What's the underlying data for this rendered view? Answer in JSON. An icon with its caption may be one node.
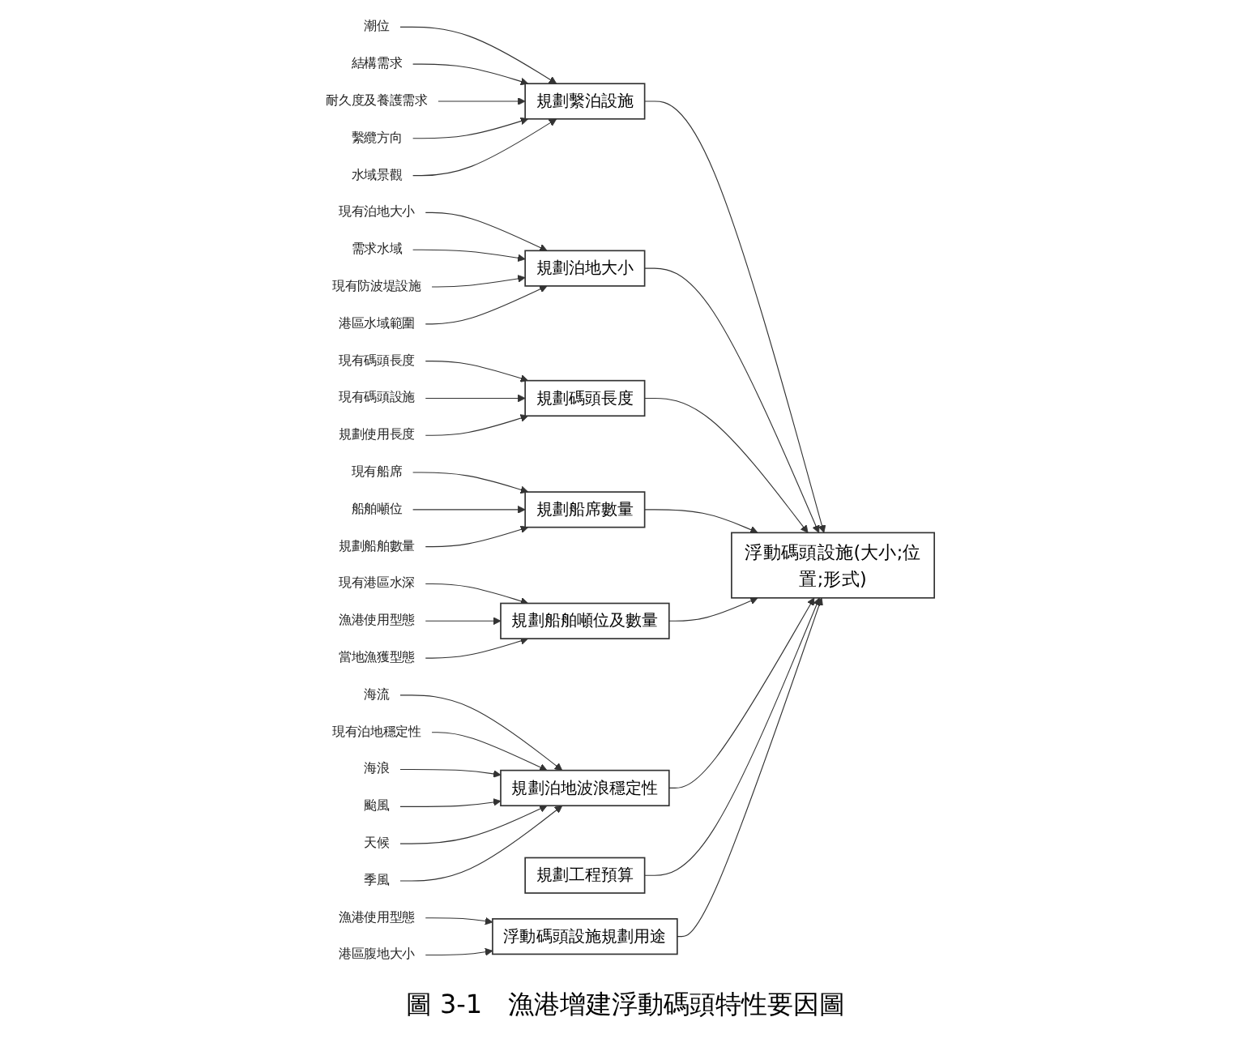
{
  "diagram": {
    "caption": "圖 3-1　漁港增建浮動碼頭特性要因圖",
    "nodes": [
      {
        "text": [
          "規劃繫泊設施"
        ]
      },
      {
        "text": [
          "潮位"
        ]
      },
      {
        "text": [
          "結構需求"
        ]
      },
      {
        "text": [
          "耐久度及養護需求"
        ]
      },
      {
        "text": [
          "繫纜方向"
        ]
      },
      {
        "text": [
          "水域景觀"
        ]
      },
      {
        "text": [
          "規劃泊地大小"
        ]
      },
      {
        "text": [
          "現有泊地大小"
        ]
      },
      {
        "text": [
          "需求水域"
        ]
      },
      {
        "text": [
          "現有防波堤設施"
        ]
      },
      {
        "text": [
          "港區水域範圍"
        ]
      },
      {
        "text": [
          "規劃碼頭長度"
        ]
      },
      {
        "text": [
          "現有碼頭長度"
        ]
      },
      {
        "text": [
          "現有碼頭設施"
        ]
      },
      {
        "text": [
          "規劃使用長度"
        ]
      },
      {
        "text": [
          "規劃船席數量"
        ]
      },
      {
        "text": [
          "現有船席"
        ]
      },
      {
        "text": [
          "船舶噸位"
        ]
      },
      {
        "text": [
          "規劃船舶數量"
        ]
      },
      {
        "text": [
          "浮動碼頭設施(大小;位置;形式)"
        ]
      },
      {
        "text": [
          "規劃船舶噸位及數量"
        ]
      },
      {
        "text": [
          "現有港區水深"
        ]
      },
      {
        "text": [
          "漁港使用型態"
        ]
      },
      {
        "text": [
          "當地漁獲型態"
        ]
      },
      {
        "text": [
          "規劃泊地波浪穩定性"
        ]
      },
      {
        "text": [
          "海流"
        ]
      },
      {
        "text": [
          "現有泊地穩定性"
        ]
      },
      {
        "text": [
          "海浪"
        ]
      },
      {
        "text": [
          "颱風"
        ]
      },
      {
        "text": [
          "天候"
        ]
      },
      {
        "text": [
          "季風"
        ]
      },
      {
        "text": [
          "規劃工程預算"
        ]
      },
      {
        "text": [
          "浮動碼頭設施規劃用途"
        ]
      },
      {
        "text": [
          "漁港使用型態"
        ]
      },
      {
        "text": [
          "港區腹地大小"
        ]
      }
    ],
    "edges": [
      {
        "from": 1,
        "to": 0,
        "arrow": "to"
      },
      {
        "from": 2,
        "to": 0,
        "arrow": "to"
      },
      {
        "from": 3,
        "to": 0,
        "arrow": "to"
      },
      {
        "from": 4,
        "to": 0,
        "arrow": "to"
      },
      {
        "from": 5,
        "to": 0,
        "arrow": "to"
      },
      {
        "from": 7,
        "to": 6,
        "arrow": "to"
      },
      {
        "from": 8,
        "to": 6,
        "arrow": "to"
      },
      {
        "from": 9,
        "to": 6,
        "arrow": "to"
      },
      {
        "from": 10,
        "to": 6,
        "arrow": "to"
      },
      {
        "from": 12,
        "to": 11,
        "arrow": "to"
      },
      {
        "from": 13,
        "to": 11,
        "arrow": "to"
      },
      {
        "from": 14,
        "to": 11,
        "arrow": "to"
      },
      {
        "from": 16,
        "to": 15,
        "arrow": "to"
      },
      {
        "from": 17,
        "to": 15,
        "arrow": "to"
      },
      {
        "from": 18,
        "to": 15,
        "arrow": "to"
      },
      {
        "from": 21,
        "to": 20,
        "arrow": "to"
      },
      {
        "from": 22,
        "to": 20,
        "arrow": "to"
      },
      {
        "from": 23,
        "to": 20,
        "arrow": "to"
      },
      {
        "from": 25,
        "to": 24,
        "arrow": "to"
      },
      {
        "from": 26,
        "to": 24,
        "arrow": "to"
      },
      {
        "from": 27,
        "to": 24,
        "arrow": "to"
      },
      {
        "from": 28,
        "to": 24,
        "arrow": "to"
      },
      {
        "from": 29,
        "to": 24,
        "arrow": "to"
      },
      {
        "from": 30,
        "to": 24,
        "arrow": "to"
      },
      {
        "from": 33,
        "to": 32,
        "arrow": "to"
      },
      {
        "from": 34,
        "to": 32,
        "arrow": "to"
      },
      {
        "from": 0,
        "to": 19,
        "arrow": "to"
      },
      {
        "from": 6,
        "to": 19,
        "arrow": "to"
      },
      {
        "from": 11,
        "to": 19,
        "arrow": "to"
      },
      {
        "from": 15,
        "to": 19,
        "arrow": "to"
      },
      {
        "from": 20,
        "to": 19,
        "arrow": "to"
      },
      {
        "from": 24,
        "to": 19,
        "arrow": "to"
      },
      {
        "from": 31,
        "to": 19,
        "arrow": "to"
      },
      {
        "from": 32,
        "to": 19,
        "arrow": "to"
      }
    ]
  }
}
